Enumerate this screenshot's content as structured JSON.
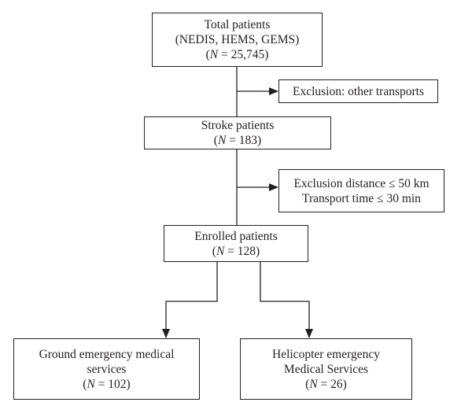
{
  "flowchart": {
    "total": {
      "line1": "Total patients",
      "line2": "(NEDIS, HEMS, GEMS)",
      "n_symbol": "N",
      "n_value": " = 25,745"
    },
    "exclusion_other": {
      "line1": "Exclusion: other transports"
    },
    "stroke": {
      "line1": "Stroke patients",
      "n_symbol": "N",
      "n_value": " = 183"
    },
    "exclusion_distance": {
      "line1": "Exclusion distance ≤ 50 km",
      "line2": "Transport time ≤ 30 min"
    },
    "enrolled": {
      "line1": "Enrolled patients",
      "n_symbol": "N",
      "n_value": " = 128"
    },
    "gems": {
      "line1": "Ground emergency medical",
      "line2": "services",
      "n_symbol": "N",
      "n_value": " = 102"
    },
    "hems": {
      "line1": "Helicopter emergency",
      "line2": "Medical Services",
      "n_symbol": "N",
      "n_value": " = 26"
    }
  }
}
